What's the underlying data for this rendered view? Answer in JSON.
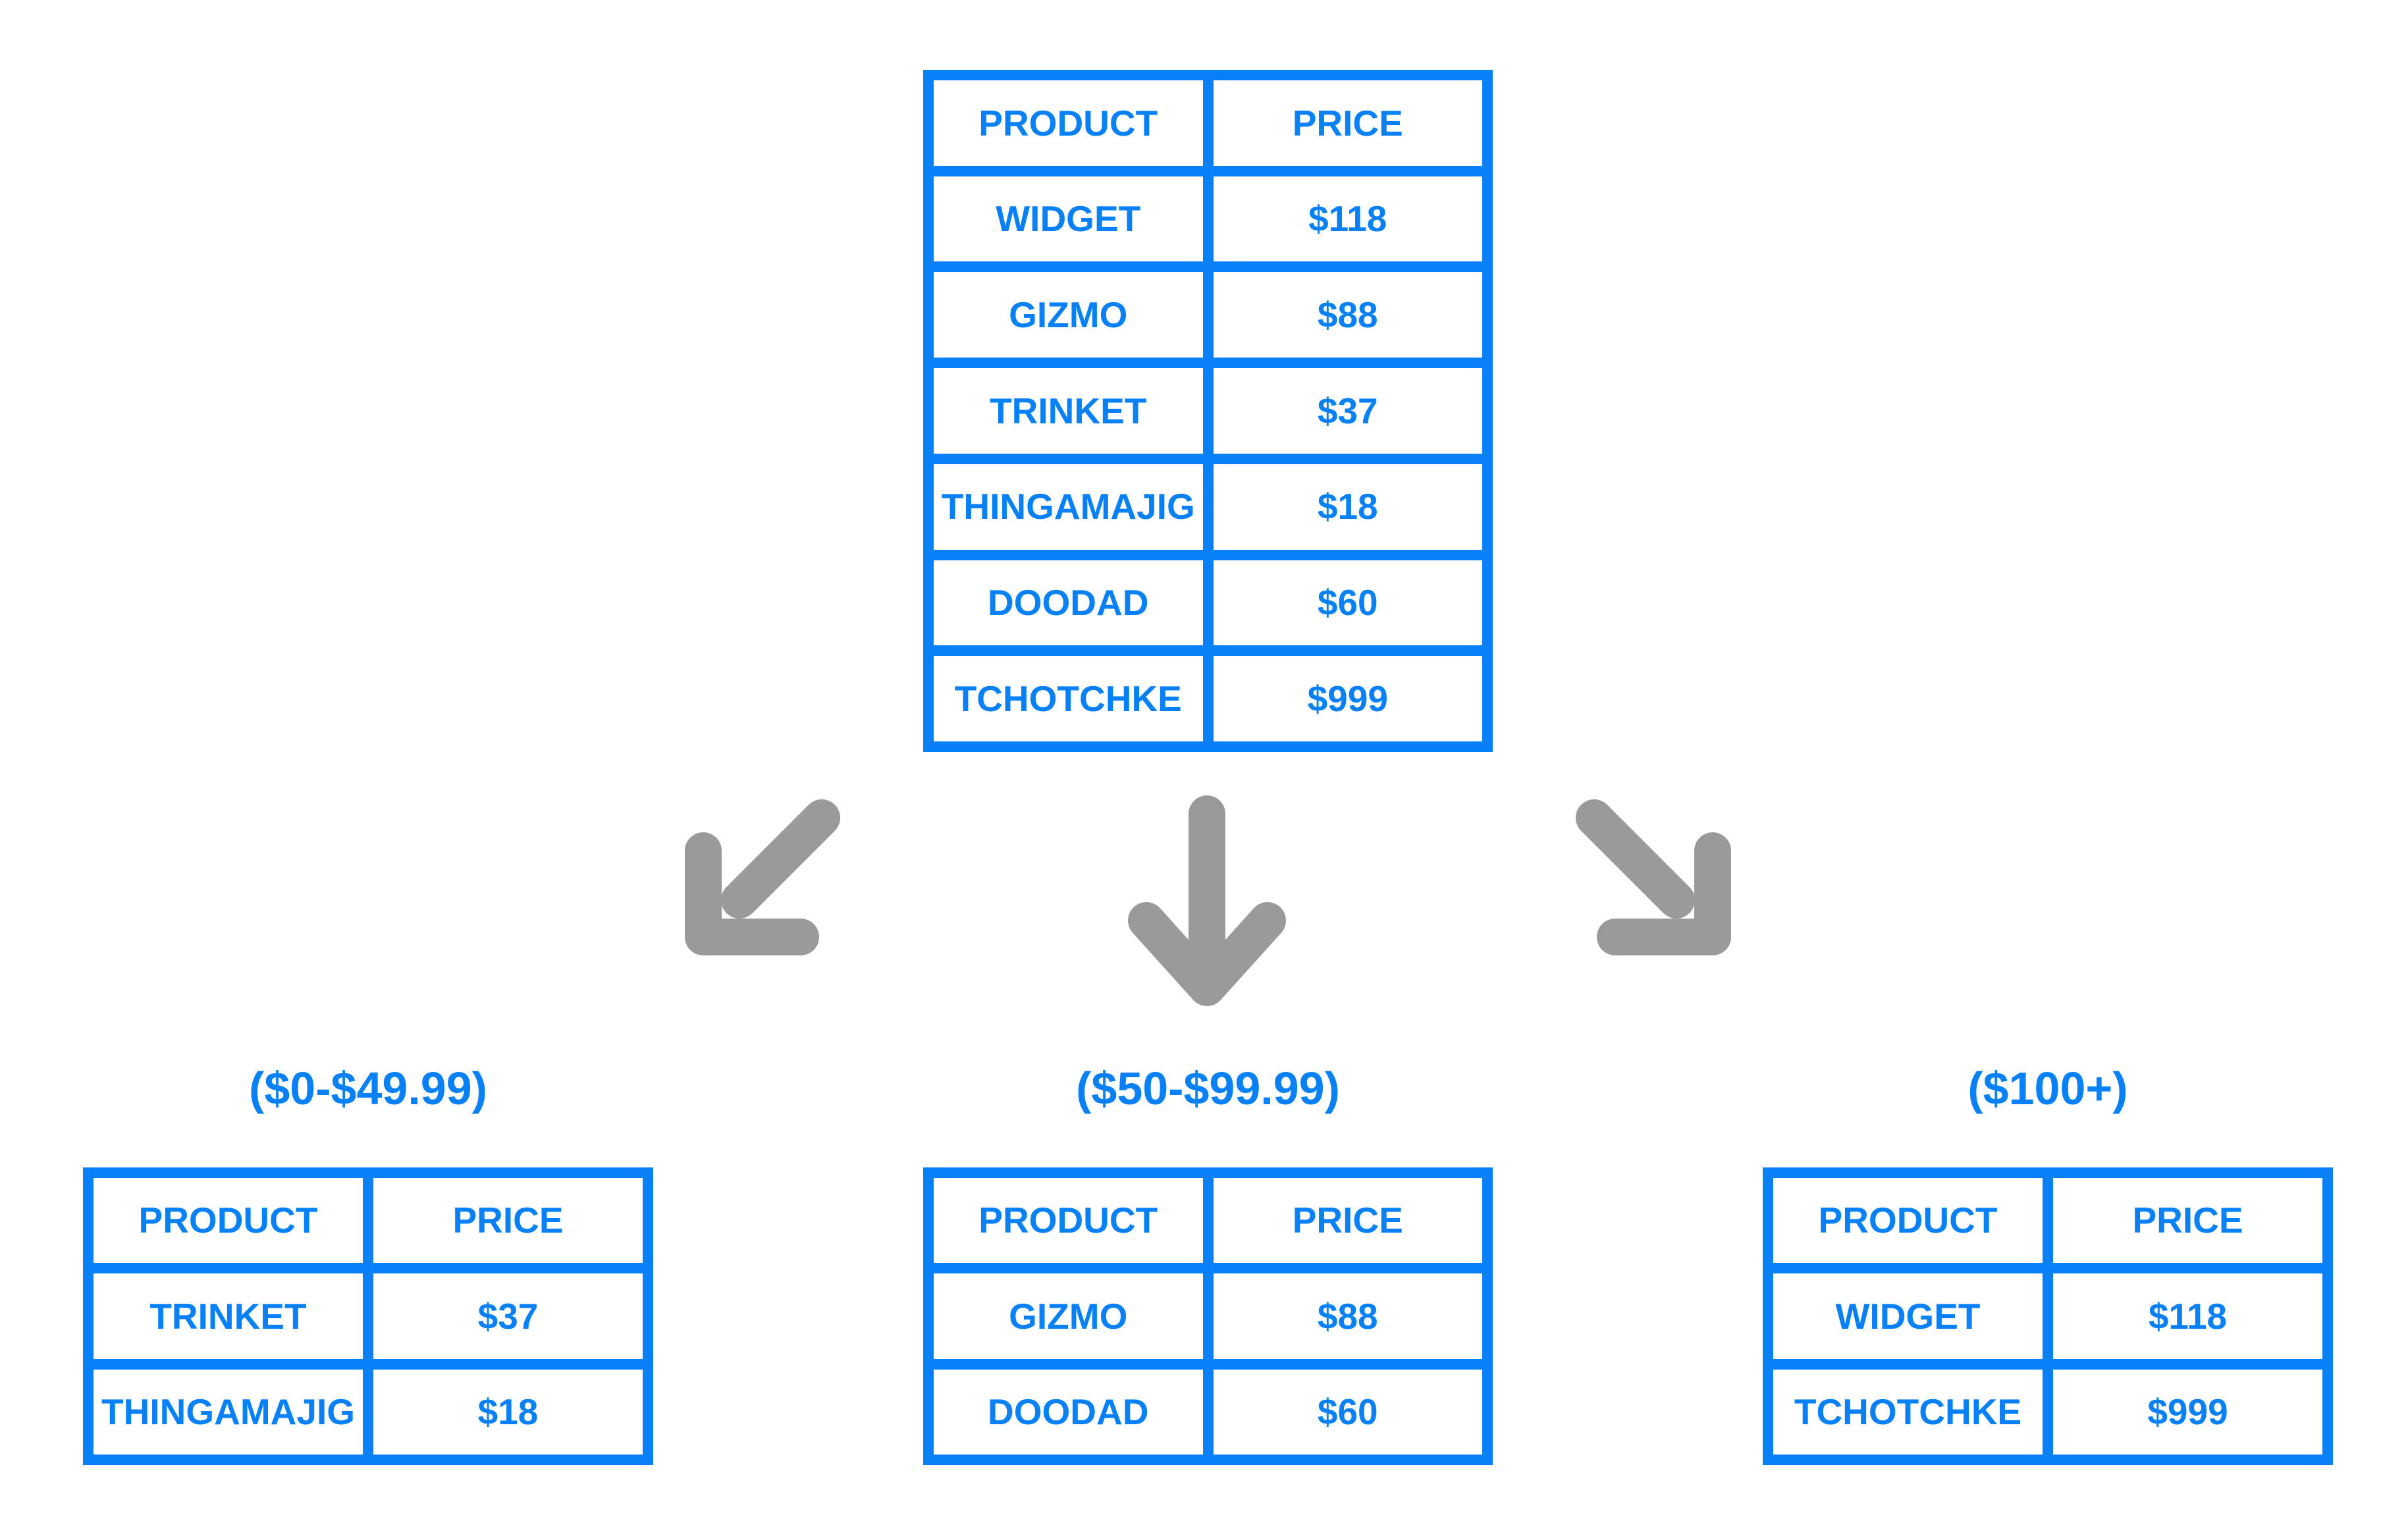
{
  "diagram": {
    "colors": {
      "accent_blue": "#0780f8",
      "arrow_gray": "#9a9a9a"
    },
    "source_table": {
      "headers": [
        "PRODUCT",
        "PRICE"
      ],
      "rows": [
        [
          "WIDGET",
          "$118"
        ],
        [
          "GIZMO",
          "$88"
        ],
        [
          "TRINKET",
          "$37"
        ],
        [
          "THINGAMAJIG",
          "$18"
        ],
        [
          "DOODAD",
          "$60"
        ],
        [
          "TCHOTCHKE",
          "$999"
        ]
      ]
    },
    "arrows": [
      "arrow-down-left",
      "arrow-down",
      "arrow-down-right"
    ],
    "buckets": [
      {
        "label": "($0-$49.99)",
        "table": {
          "headers": [
            "PRODUCT",
            "PRICE"
          ],
          "rows": [
            [
              "TRINKET",
              "$37"
            ],
            [
              "THINGAMAJIG",
              "$18"
            ]
          ]
        }
      },
      {
        "label": "($50-$99.99)",
        "table": {
          "headers": [
            "PRODUCT",
            "PRICE"
          ],
          "rows": [
            [
              "GIZMO",
              "$88"
            ],
            [
              "DOODAD",
              "$60"
            ]
          ]
        }
      },
      {
        "label": "($100+)",
        "table": {
          "headers": [
            "PRODUCT",
            "PRICE"
          ],
          "rows": [
            [
              "WIDGET",
              "$118"
            ],
            [
              "TCHOTCHKE",
              "$999"
            ]
          ]
        }
      }
    ]
  }
}
